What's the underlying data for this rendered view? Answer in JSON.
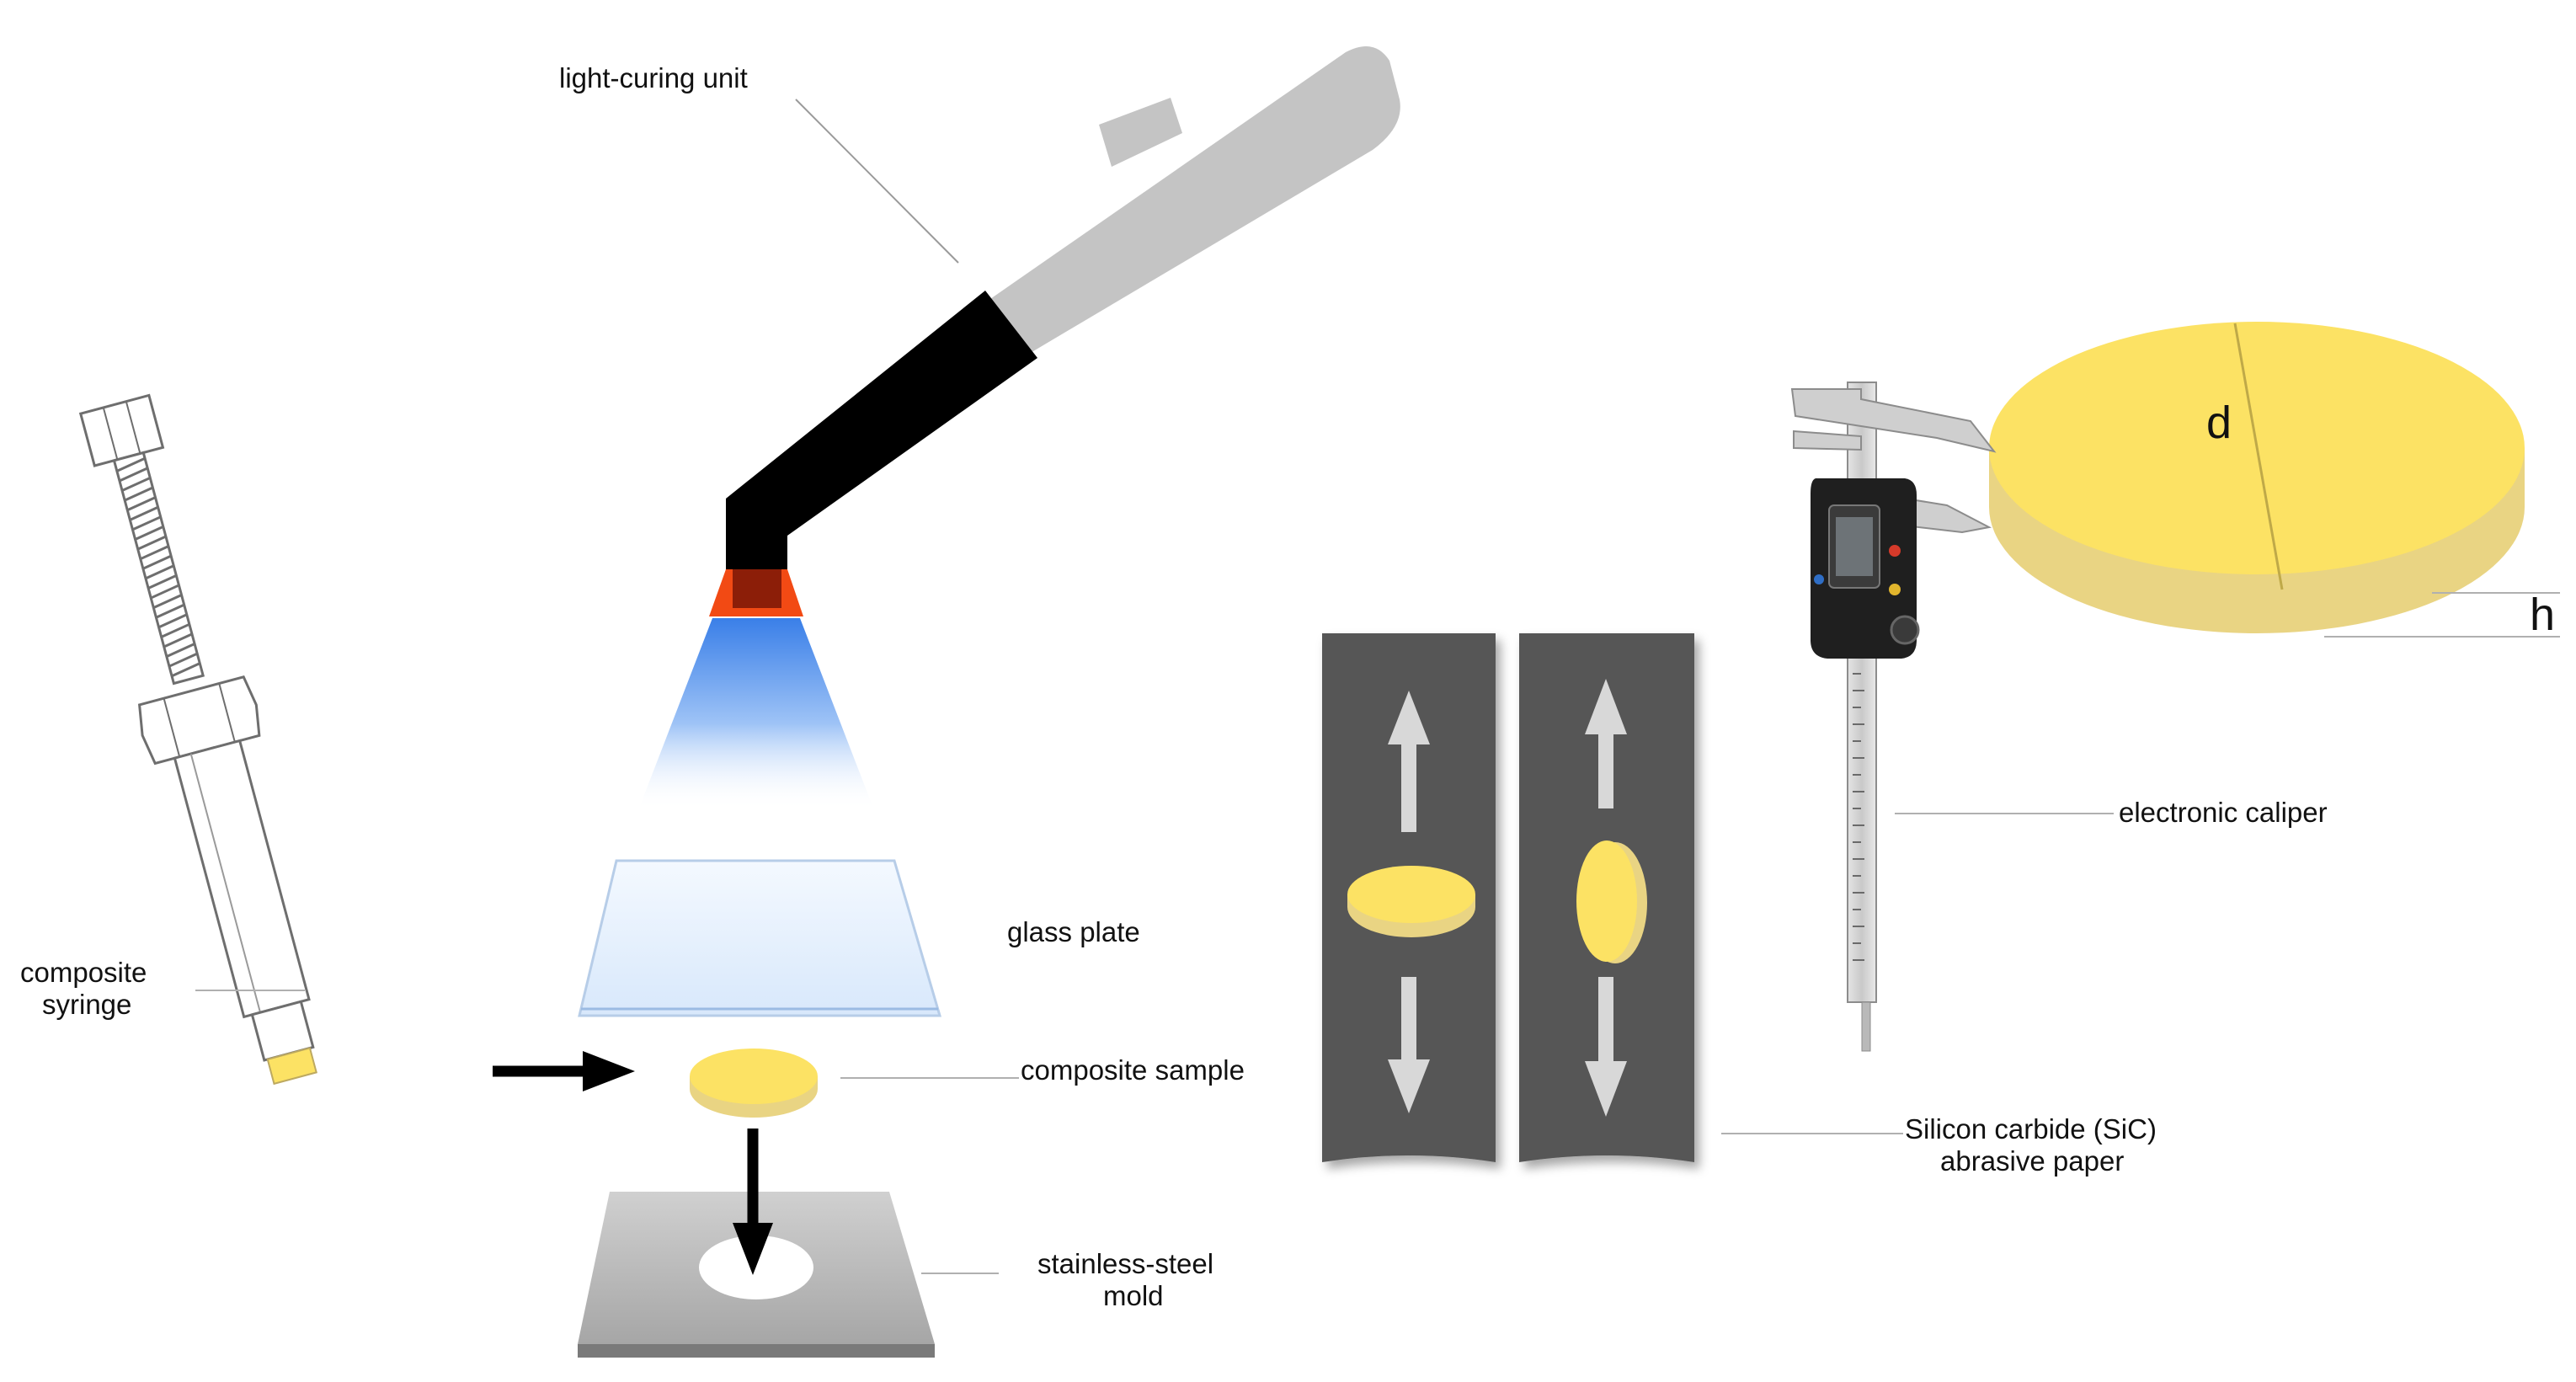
{
  "labels": {
    "light_curing_unit": "light-curing unit",
    "glass_plate": "glass plate",
    "composite_sample": "composite sample",
    "stainless_steel_mold_line1": "stainless-steel",
    "stainless_steel_mold_line2": "mold",
    "composite_syringe_line1": "composite",
    "composite_syringe_line2": "syringe",
    "electronic_caliper": "electronic caliper",
    "sic_paper_line1": "Silicon carbide (SiC)",
    "sic_paper_line2": "abrasive paper",
    "diameter_symbol": "d",
    "height_symbol": "h"
  },
  "colors": {
    "composite_yellow": "#fce264",
    "composite_edge": "#e9d483",
    "curing_light_blue": "#4f90f0",
    "light_guide_tip": "#f24a14",
    "abrasive_paper": "#555555",
    "steel": "#a9a9a9",
    "handle": "#c2c2c2"
  },
  "icons": [
    "syringe-icon",
    "curing-light-icon",
    "caliper-icon",
    "arrow-right-icon",
    "arrow-down-icon"
  ]
}
